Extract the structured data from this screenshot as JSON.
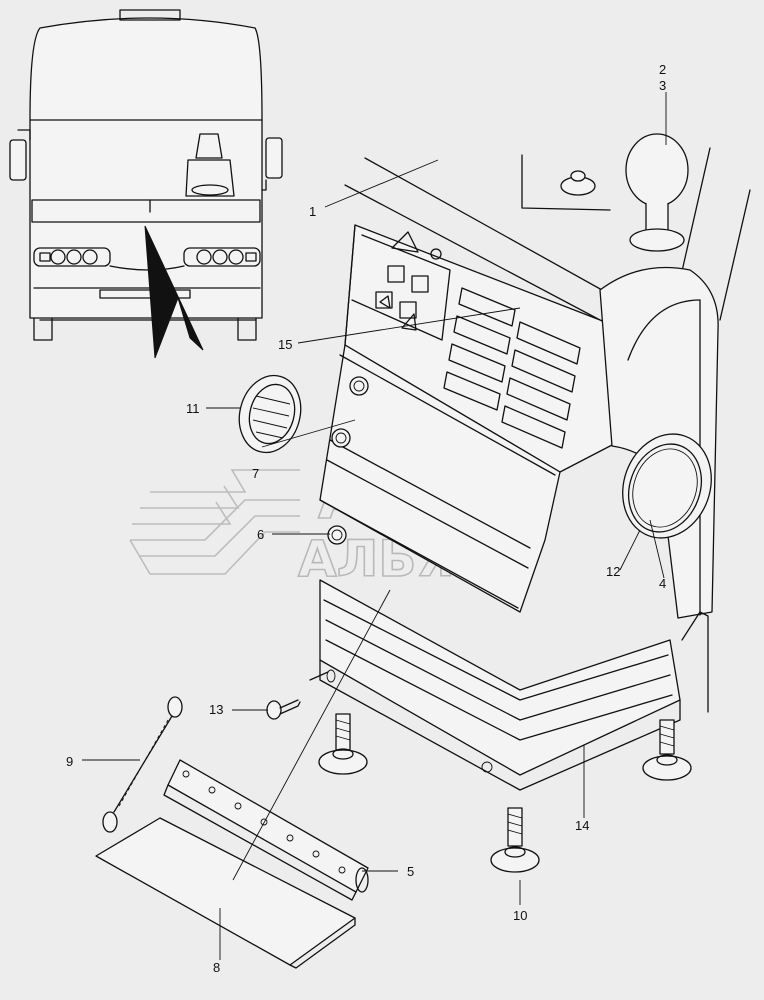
{
  "watermark": {
    "line1": "АВТО",
    "line2": "АЛЬЯНС"
  },
  "callouts": [
    "1",
    "2",
    "3",
    "4",
    "5",
    "6",
    "7",
    "8",
    "9",
    "10",
    "11",
    "12",
    "13",
    "14",
    "15"
  ]
}
